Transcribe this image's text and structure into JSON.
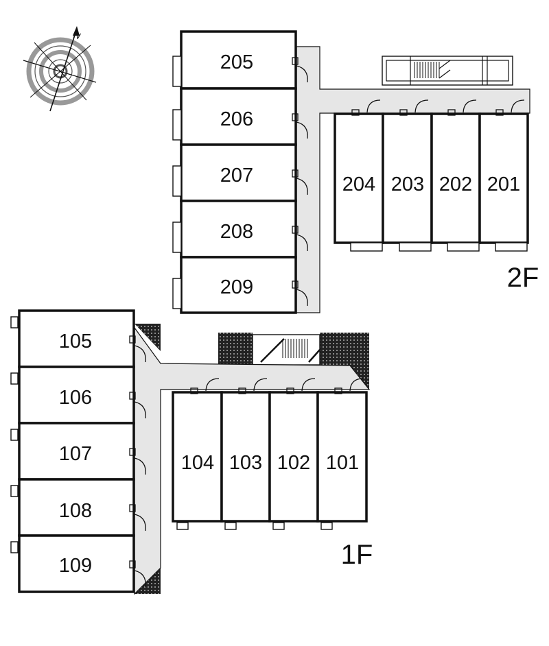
{
  "compass": {
    "north_label": "N"
  },
  "floors": [
    {
      "label": "2F",
      "rooms": [
        "205",
        "206",
        "207",
        "208",
        "209",
        "204",
        "203",
        "202",
        "201"
      ]
    },
    {
      "label": "1F",
      "rooms": [
        "105",
        "106",
        "107",
        "108",
        "109",
        "104",
        "103",
        "102",
        "101"
      ]
    }
  ],
  "colors": {
    "line": "#111111",
    "corridor": "#e6e6e6",
    "hatch": "#222222"
  }
}
